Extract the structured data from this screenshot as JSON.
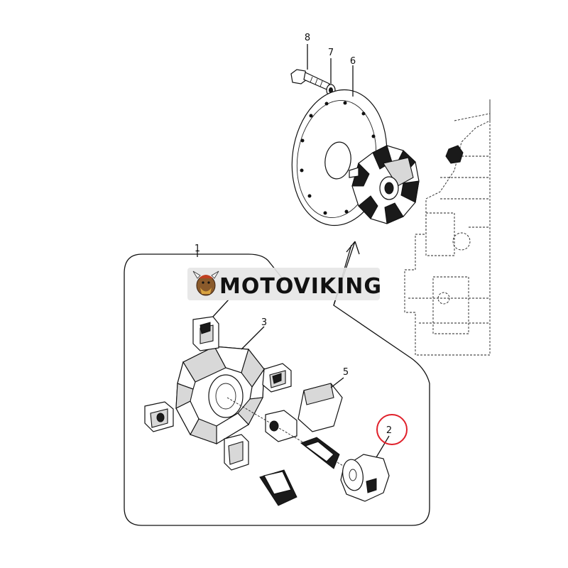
{
  "watermark": {
    "brand": "MOTOVIKING"
  },
  "callouts": [
    {
      "id": "c8",
      "label": "8"
    },
    {
      "id": "c7",
      "label": "7"
    },
    {
      "id": "c6",
      "label": "6"
    },
    {
      "id": "c1",
      "label": "1"
    },
    {
      "id": "c3",
      "label": "3"
    },
    {
      "id": "c5",
      "label": "5"
    },
    {
      "id": "c2",
      "label": "2"
    }
  ],
  "highlight": {
    "callout": "2",
    "color": "#e0202a"
  }
}
